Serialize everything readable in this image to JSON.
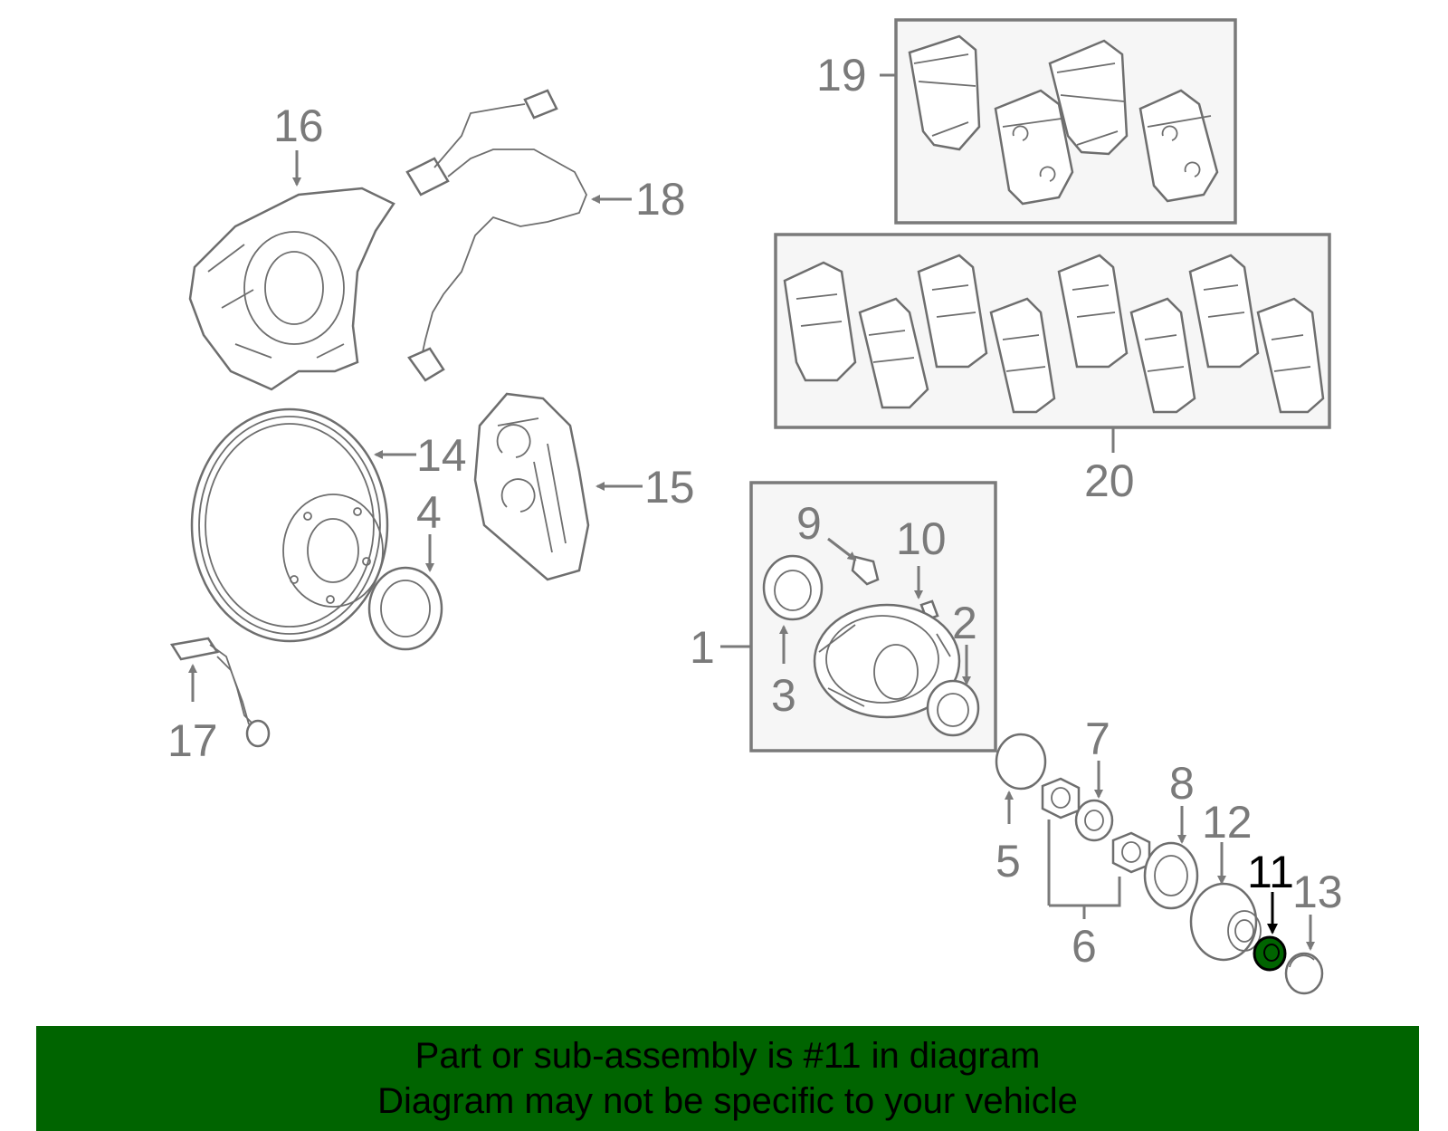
{
  "diagram": {
    "labels": {
      "l1": "1",
      "l2": "2",
      "l3": "3",
      "l4": "4",
      "l5": "5",
      "l6": "6",
      "l7": "7",
      "l8": "8",
      "l9": "9",
      "l10": "10",
      "l11": "11",
      "l12": "12",
      "l13": "13",
      "l14": "14",
      "l15": "15",
      "l16": "16",
      "l17": "17",
      "l18": "18",
      "l19": "19",
      "l20": "20"
    },
    "highlighted_part": "11",
    "colors": {
      "line": "#7a7a7a",
      "highlight": "#006400",
      "banner": "#006400"
    }
  },
  "banner": {
    "line1": "Part or sub-assembly is #11 in diagram",
    "line2": "Diagram may not be specific to your vehicle"
  }
}
